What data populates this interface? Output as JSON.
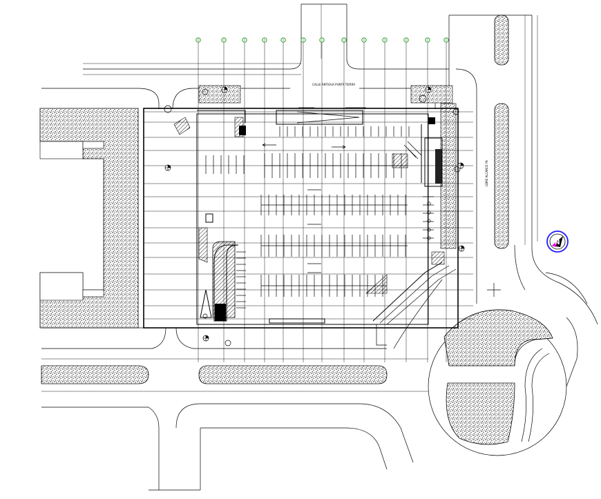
{
  "drawing": {
    "street_label_top": "CALLE ANTIGUA PUNTA TIERRA",
    "street_label_right": "LIBRE ALCANCE YA",
    "north_arrow_label": "N",
    "colors": {
      "line": "#000000",
      "background": "#ffffff",
      "north_outer": "#1a1aff",
      "north_inner": "#e600e6",
      "grid_marker": "#1f8f1f"
    },
    "icons": [
      "north-arrow-icon",
      "grid-axis-marker-icon",
      "level-marker-icon"
    ]
  }
}
